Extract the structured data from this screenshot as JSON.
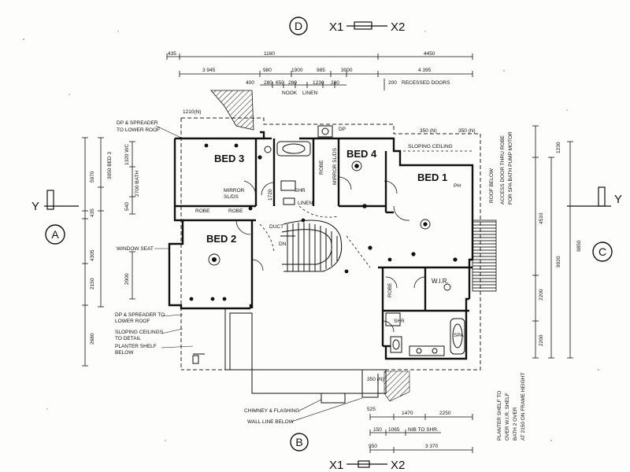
{
  "grid": {
    "top": "D",
    "bottom": "B",
    "left": "A",
    "right": "C",
    "section_top_left": "X1",
    "section_top_right": "X2",
    "section_bottom_left": "X1",
    "section_bottom_right": "X2",
    "axis_left": "Y",
    "axis_right": "Y"
  },
  "rooms": {
    "bed1": "BED 1",
    "bed2": "BED 2",
    "bed3": "BED 3",
    "bed4": "BED 4",
    "wir": "W.I.R.",
    "spa": "SPA",
    "robe": "ROBE",
    "robe_b": "ROBE",
    "robe_c": "ROBE",
    "robe_d": "ROBE",
    "linen": "LINEN",
    "shr": "SHR",
    "shr_b": "SHR",
    "duct": "DUCT",
    "dn": "DN",
    "ph": "PH"
  },
  "dims_top": {
    "d435": "435",
    "d1160": "1160",
    "d4450": "4450",
    "d3945": "3 945",
    "d980": "980",
    "d1900": "1900",
    "d985": "985",
    "d3000": "3000",
    "d4395": "4 395",
    "d400": "400",
    "d280a": "280",
    "d650": "650",
    "d280b": "280",
    "d1230": "1230",
    "d280c": "280",
    "d200": "200"
  },
  "dims_left": {
    "d5970": "5970",
    "d3050": "3050 BED 3",
    "d1320": "1320 WC",
    "d2700": "2700 BATH",
    "d540": "540",
    "d435": "435",
    "d4305": "4305",
    "d2150": "2150",
    "d2000": "2000",
    "d2680": "2680"
  },
  "dims_right": {
    "d1230": "1230",
    "d4510": "4510",
    "d9920": "9920",
    "d9850": "9850",
    "d2200a": "2200",
    "d2200b": "2200"
  },
  "dims_bottom": {
    "d525": "525",
    "d1470": "1470",
    "d2250": "2250",
    "d150": "150",
    "d1065": "1065",
    "nib": "NIB TO SHR.",
    "d950": "950",
    "d3370": "3 370"
  },
  "notes": {
    "recessed": "RECESSED DOORS",
    "nook": "NOOK",
    "linen_top": "LINEN",
    "d1210": "1210(N)",
    "dp_spreader1": "DP & SPREADER",
    "to_lower_roof1": "TO LOWER ROOF",
    "dp_top": "DP",
    "d350n1": "350 (N)",
    "d350n2": "350 (N)",
    "sloping": "SLOPING CEILING",
    "roof_below": "ROOF BELOW",
    "access_door": "ACCESS DOOR THRU ROBE",
    "for_spa": "FOR SPA BATH PUMP MOTOR",
    "mirror1": "MIRROR",
    "slds1": "SL/DS",
    "mirror2": "MIRROR SL/DS",
    "window_seat": "WINDOW SEAT",
    "dp_spreader2": "DP & SPREADER TO",
    "lower_roof2": "LOWER ROOF",
    "sloping2": "SLOPING CEILINGS",
    "to_detail": "TO DETAIL",
    "planter1": "PLANTER SHELF",
    "below1": "BELOW",
    "d350n3": "350 (N)",
    "chimney": "CHIMNEY & FLASHING",
    "wall_line": "WALL LINE BELOW",
    "planter_shelf_v": "PLANTER SHELF TO",
    "over_wir": "OVER W.I.R. SHELF",
    "bath2": "BATH 2 OVER",
    "at2150": "AT 2150 ON FRAME HEIGHT",
    "d1720": "1720"
  }
}
